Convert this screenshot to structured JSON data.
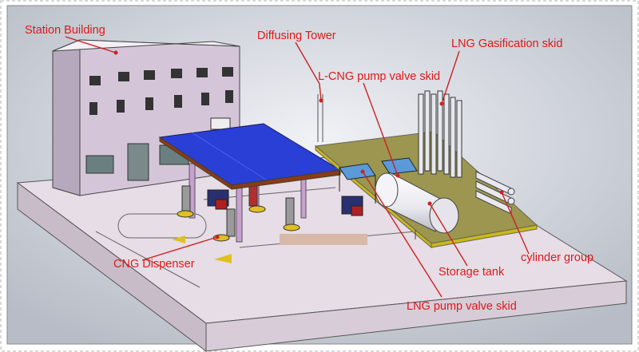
{
  "labels": {
    "station_building": "Station Building",
    "diffusing_tower": "Diffusing Tower",
    "lng_gasification_skid": "LNG Gasification skid",
    "lcng_pump_valve_skid": "L-CNG pump valve skid",
    "cng_dispenser": "CNG Dispenser",
    "cylinder_group": "cylinder group",
    "storage_tank": "Storage tank",
    "lng_pump_valve_skid": "LNG pump valve skid"
  },
  "colors": {
    "label_text": "#e01818",
    "leader_line": "#cc2222",
    "canopy": "#2a3fd6",
    "canopy_fascia": "#8b3a1a",
    "building": "#d4c6d8",
    "platform": "#d8ccd8",
    "yard_border": "#c9b81a",
    "backdrop": "#c9ced6"
  }
}
